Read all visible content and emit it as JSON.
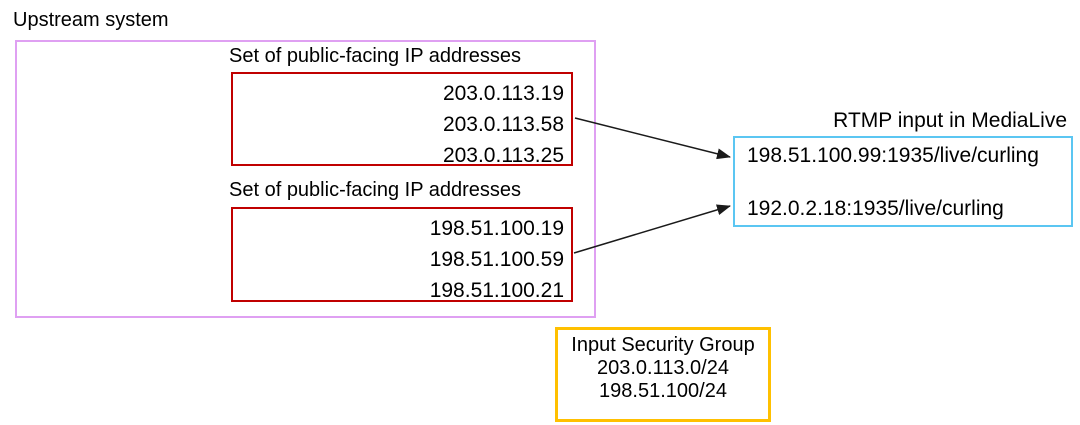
{
  "diagram": {
    "title": "Upstream system",
    "ip_sets": [
      {
        "label": "Set of public-facing IP addresses",
        "ips": [
          "203.0.113.19",
          "203.0.113.58",
          "203.0.113.25"
        ]
      },
      {
        "label": "Set of public-facing IP addresses",
        "ips": [
          "198.51.100.19",
          "198.51.100.59",
          "198.51.100.21"
        ]
      }
    ],
    "rtmp_input": {
      "label": "RTMP input in MediaLive",
      "endpoints": [
        "198.51.100.99:1935/live/curling",
        "192.0.2.18:1935/live/curling"
      ]
    },
    "security_group": {
      "title": "Input Security Group",
      "cidrs": [
        "203.0.113.0/24",
        "198.51.100/24"
      ]
    },
    "colors": {
      "upstream_border": "#dfa0f2",
      "ip_set_border": "#c00000",
      "rtmp_border": "#5bc6f2",
      "security_border": "#ffc000",
      "arrow": "#1a1a1a"
    }
  }
}
